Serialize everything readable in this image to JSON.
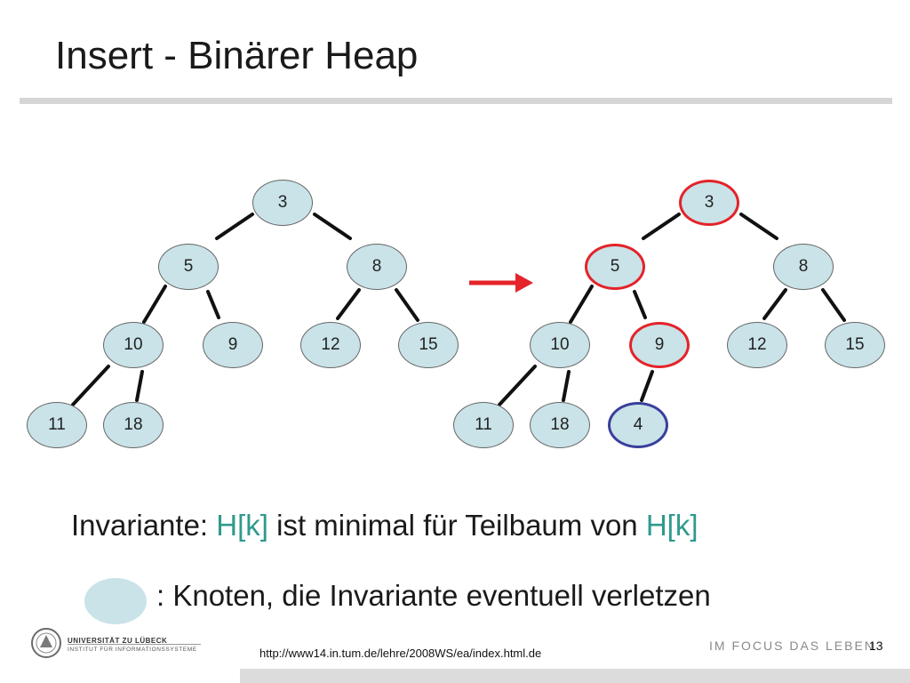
{
  "slide": {
    "title": "Insert - Binärer Heap",
    "invariant": {
      "prefix": "Invariante: ",
      "hk1": "H[k]",
      "middle": " ist minimal für Teilbaum von ",
      "hk2": "H[k]"
    },
    "legend_text": ": Knoten, die Invariante eventuell verletzen",
    "url": "http://www14.in.tum.de/lehre/2008WS/ea/index.html.de",
    "university_line1": "UNIVERSITÄT ZU LÜBECK",
    "university_line2": "INSTITUT FÜR INFORMATIONSSYSTEME",
    "slogan": "IM FOCUS DAS LEBEN",
    "page_number": "13"
  },
  "colors": {
    "node_fill": "#c9e3e8",
    "highlight_red": "#e4232a",
    "highlight_blue": "#3a3f9c",
    "arrow": "#e4232a",
    "accent_text": "#2f9a8c"
  },
  "trees": {
    "before": {
      "nodes": [
        {
          "id": "a3",
          "label": "3",
          "state": "normal"
        },
        {
          "id": "a5",
          "label": "5",
          "state": "normal"
        },
        {
          "id": "a8",
          "label": "8",
          "state": "normal"
        },
        {
          "id": "a10",
          "label": "10",
          "state": "normal"
        },
        {
          "id": "a9",
          "label": "9",
          "state": "normal"
        },
        {
          "id": "a12",
          "label": "12",
          "state": "normal"
        },
        {
          "id": "a15",
          "label": "15",
          "state": "normal"
        },
        {
          "id": "a11",
          "label": "11",
          "state": "normal"
        },
        {
          "id": "a18",
          "label": "18",
          "state": "normal"
        }
      ]
    },
    "after": {
      "nodes": [
        {
          "id": "b3",
          "label": "3",
          "state": "red"
        },
        {
          "id": "b5",
          "label": "5",
          "state": "red"
        },
        {
          "id": "b8",
          "label": "8",
          "state": "normal"
        },
        {
          "id": "b10",
          "label": "10",
          "state": "normal"
        },
        {
          "id": "b9",
          "label": "9",
          "state": "red"
        },
        {
          "id": "b12",
          "label": "12",
          "state": "normal"
        },
        {
          "id": "b15",
          "label": "15",
          "state": "normal"
        },
        {
          "id": "b11",
          "label": "11",
          "state": "normal"
        },
        {
          "id": "b18",
          "label": "18",
          "state": "normal"
        },
        {
          "id": "b4",
          "label": "4",
          "state": "blue"
        }
      ]
    }
  }
}
